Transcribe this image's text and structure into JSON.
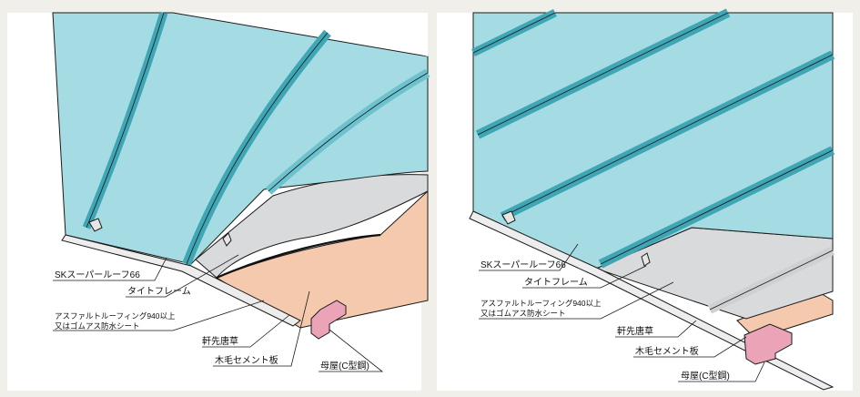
{
  "colors": {
    "background": "#f1efea",
    "panel_bg": "#ffffff",
    "sheet": "#a5dbe3",
    "rib_dark": "#3ea6b5",
    "rib_mid": "#6cc3cf",
    "underlay": "#d9dadb",
    "cement_board": "#f4c9ad",
    "purlin": "#eba4b7",
    "outline": "#1a1a1a"
  },
  "left_diagram": {
    "labels": {
      "roof_sheet": "SKスーパールーフ66",
      "tight_frame": "タイトフレーム",
      "roofing_line1": "アスファルトルーフィング940以上",
      "roofing_line2": "又はゴムアス防水シート",
      "eave_flashing": "軒先唐草",
      "cement_board": "木毛セメント板",
      "purlin": "母屋(C型鋼)"
    }
  },
  "right_diagram": {
    "labels": {
      "roof_sheet": "SKスーパールーフ66",
      "tight_frame": "タイトフレーム",
      "roofing_line1": "アスファルトルーフィング940以上",
      "roofing_line2": "又はゴムアス防水シート",
      "eave_flashing": "軒先唐草",
      "cement_board": "木毛セメント板",
      "purlin": "母屋(C型鋼)"
    }
  }
}
